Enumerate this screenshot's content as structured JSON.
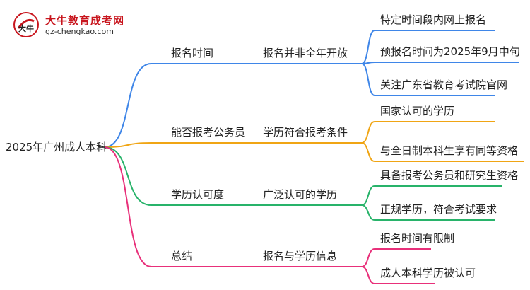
{
  "logo": {
    "title": "大牛教育成考网",
    "url": "gz-chengkao.com",
    "badge_text": "大牛"
  },
  "root": {
    "label": "2025年广州成人本科"
  },
  "colors": {
    "branch1": "#3f86e8",
    "branch2": "#f0a514",
    "branch3": "#28b36a",
    "branch4": "#e8307a",
    "root_line": "#555555"
  },
  "branches": [
    {
      "label": "报名时间",
      "sub": "报名并非全年开放",
      "leaves": [
        "特定时间段内网上报名",
        "预报名时间为2025年9月中旬",
        "关注广东省教育考试院官网"
      ]
    },
    {
      "label": "能否报考公务员",
      "sub": "学历符合报考条件",
      "leaves": [
        "国家认可的学历",
        "与全日制本科生享有同等资格"
      ]
    },
    {
      "label": "学历认可度",
      "sub": "广泛认可的学历",
      "leaves": [
        "具备报考公务员和研究生资格",
        "正规学历，符合考试要求"
      ]
    },
    {
      "label": "总结",
      "sub": "报名与学历信息",
      "leaves": [
        "报名时间有限制",
        "成人本科学历被认可"
      ]
    }
  ]
}
